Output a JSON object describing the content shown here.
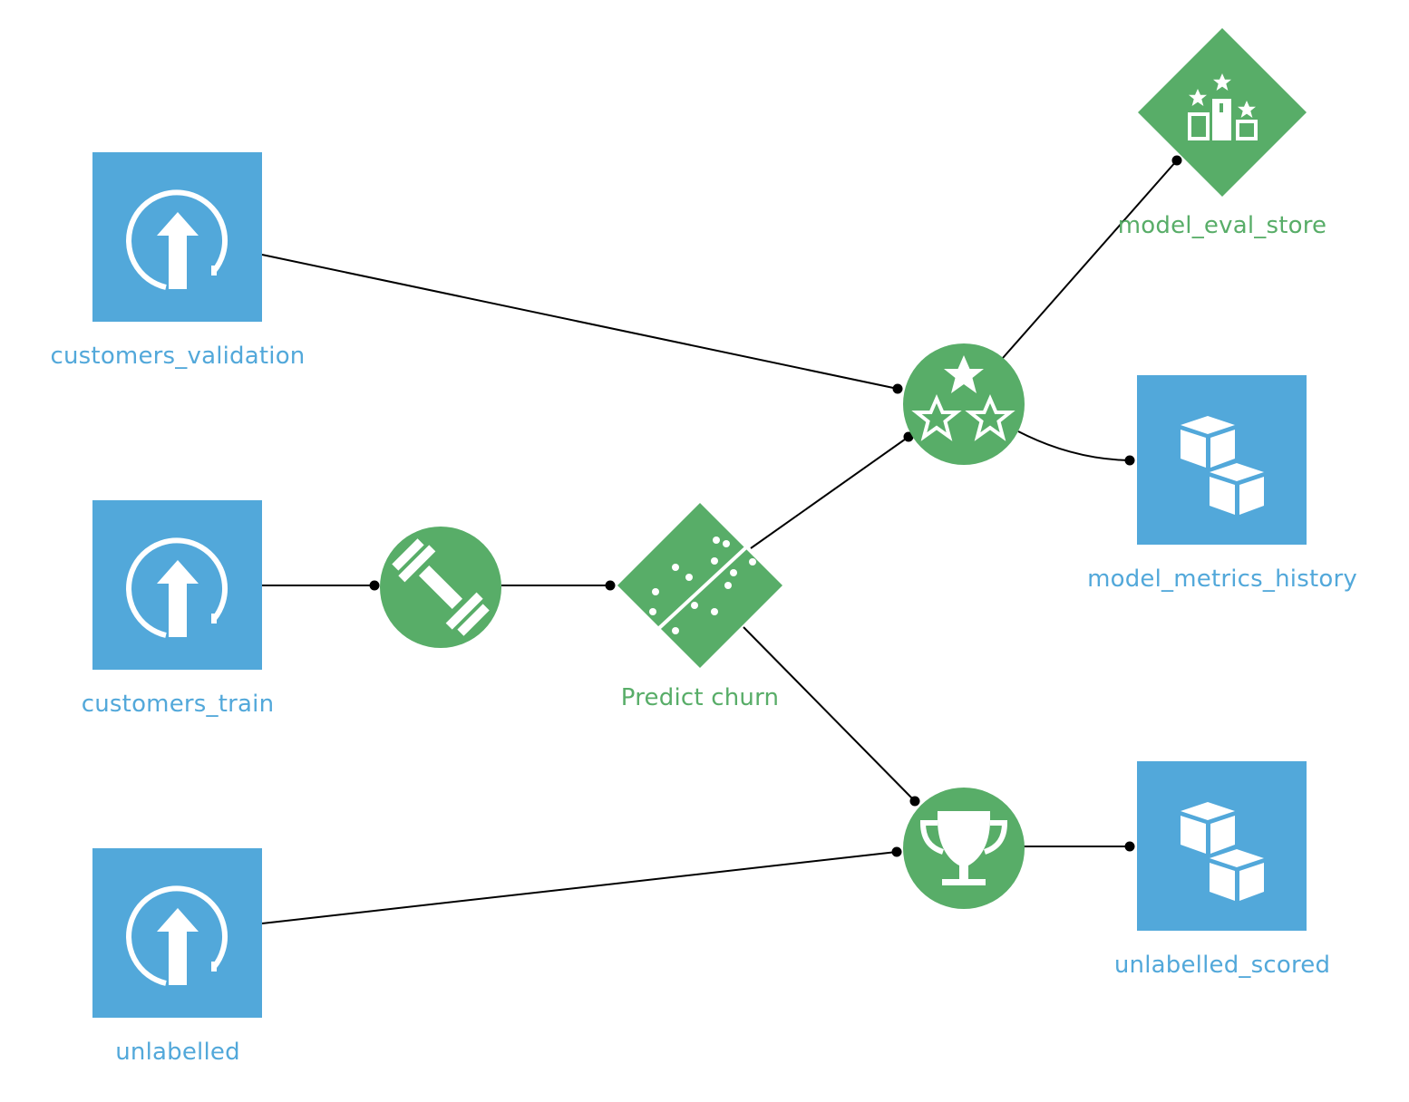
{
  "colors": {
    "dataset": "#52a8da",
    "recipe": "#58ad68",
    "edge": "#000000",
    "icon": "#ffffff",
    "background": "#ffffff"
  },
  "nodes": [
    {
      "id": "customers_validation",
      "label": "customers_validation",
      "kind": "dataset",
      "icon": "upload-icon"
    },
    {
      "id": "customers_train",
      "label": "customers_train",
      "kind": "dataset",
      "icon": "upload-icon"
    },
    {
      "id": "unlabelled",
      "label": "unlabelled",
      "kind": "dataset",
      "icon": "upload-icon"
    },
    {
      "id": "train_recipe",
      "label": "",
      "kind": "recipe",
      "icon": "dumbbell-icon"
    },
    {
      "id": "predict_churn",
      "label": "Predict churn",
      "kind": "model",
      "icon": "model-dots-icon"
    },
    {
      "id": "evaluate_recipe",
      "label": "",
      "kind": "recipe",
      "icon": "stars-icon"
    },
    {
      "id": "score_recipe",
      "label": "",
      "kind": "recipe",
      "icon": "trophy-icon"
    },
    {
      "id": "model_eval_store",
      "label": "model_eval_store",
      "kind": "evaluation-store",
      "icon": "podium-icon"
    },
    {
      "id": "model_metrics_history",
      "label": "model_metrics_history",
      "kind": "dataset",
      "icon": "cubes-icon"
    },
    {
      "id": "unlabelled_scored",
      "label": "unlabelled_scored",
      "kind": "dataset",
      "icon": "cubes-icon"
    }
  ],
  "edges": [
    {
      "from": "customers_validation",
      "to": "evaluate_recipe"
    },
    {
      "from": "customers_train",
      "to": "train_recipe"
    },
    {
      "from": "train_recipe",
      "to": "predict_churn"
    },
    {
      "from": "predict_churn",
      "to": "evaluate_recipe"
    },
    {
      "from": "predict_churn",
      "to": "score_recipe"
    },
    {
      "from": "unlabelled",
      "to": "score_recipe"
    },
    {
      "from": "evaluate_recipe",
      "to": "model_eval_store"
    },
    {
      "from": "evaluate_recipe",
      "to": "model_metrics_history"
    },
    {
      "from": "score_recipe",
      "to": "unlabelled_scored"
    }
  ]
}
